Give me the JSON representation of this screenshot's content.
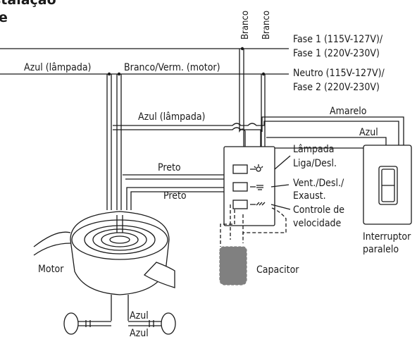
{
  "title": {
    "line1": "stalação",
    "line2": "e"
  },
  "labels": {
    "branco_left": "Branco",
    "branco_right": "Branco",
    "fase1_115": "Fase 1 (115V-127V)/",
    "fase1_220": "Fase 1 (220V-230V)",
    "neutro_115": "Neutro (115V-127V)/",
    "fase2_220": "Fase 2 (220V-230V)",
    "azul_lampada_top": "Azul (lâmpada)",
    "branco_verm_motor": "Branco/Verm. (motor)",
    "azul_lampada_mid": "Azul (lâmpada)",
    "amarelo": "Amarelo",
    "azul_right": "Azul",
    "lampada": "Lâmpada",
    "liga_desl": "Liga/Desl.",
    "vent_desl": "Vent./Desl./",
    "exaust": "Exaust.",
    "controle": "Controle de",
    "velocidade": "velocidade",
    "preto_top": "Preto",
    "preto_bottom": "Preto",
    "interruptor": "Interruptor",
    "paralelo": "paralelo",
    "motor": "Motor",
    "capacitor": "Capacitor",
    "azul_bottom1": "Azul",
    "azul_bottom2": "Azul"
  },
  "colors": {
    "line": "#1a1a1a",
    "capacitor_fill": "#808080"
  }
}
